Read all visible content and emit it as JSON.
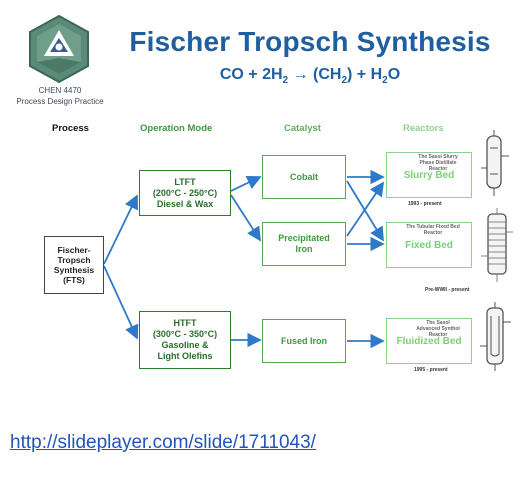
{
  "header": {
    "course": "CHEN 4470",
    "subtitle": "Process Design Practice",
    "title": "Fischer Tropsch Synthesis",
    "equation_parts": [
      "CO + 2H",
      "2",
      " → (CH",
      "2",
      ") + H",
      "2",
      "O"
    ]
  },
  "columns": {
    "process": "Process",
    "operation_mode": "Operation Mode",
    "catalyst": "Catalyst",
    "reactors": "Reactors"
  },
  "process": {
    "label": "Fischer-\nTropsch\nSynthesis\n(FTS)"
  },
  "modes": {
    "ltft": "LTFT\n(200°C - 250°C)\nDiesel & Wax",
    "htft": "HTFT\n(300°C - 350°C)\nGasoline &\nLight Olefins"
  },
  "catalysts": {
    "cobalt": "Cobalt",
    "precipitated_iron": "Precipitated\nIron",
    "fused_iron": "Fused Iron"
  },
  "reactors": {
    "slurry": {
      "label": "Slurry Bed",
      "caption": "The Sasol Slurry\nPhase Distillate\nReactor",
      "date": "1993 - present"
    },
    "fixed": {
      "label": "Fixed Bed",
      "caption": "The Tubular Fixed Bed\nReactor",
      "date": "Pre-WWII - present"
    },
    "fluidized": {
      "label": "Fluidized Bed",
      "caption": "The Sasol\nAdvanced Synthol\nReactor",
      "date": "1995 - present"
    }
  },
  "footer": {
    "link": "http://slideplayer.com/slide/1711043/"
  },
  "colors": {
    "title_blue": "#1f5f9e",
    "arrow_blue": "#2e79c8",
    "green": "#3e9a3e",
    "light_green": "#7ccf78"
  }
}
